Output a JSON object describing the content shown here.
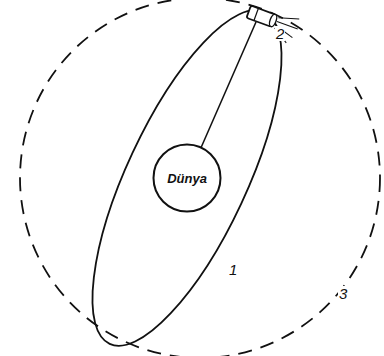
{
  "diagram": {
    "nodes": [
      {
        "text": [
          "Dünya"
        ]
      }
    ],
    "labels": [
      "1",
      "2",
      "3"
    ]
  }
}
